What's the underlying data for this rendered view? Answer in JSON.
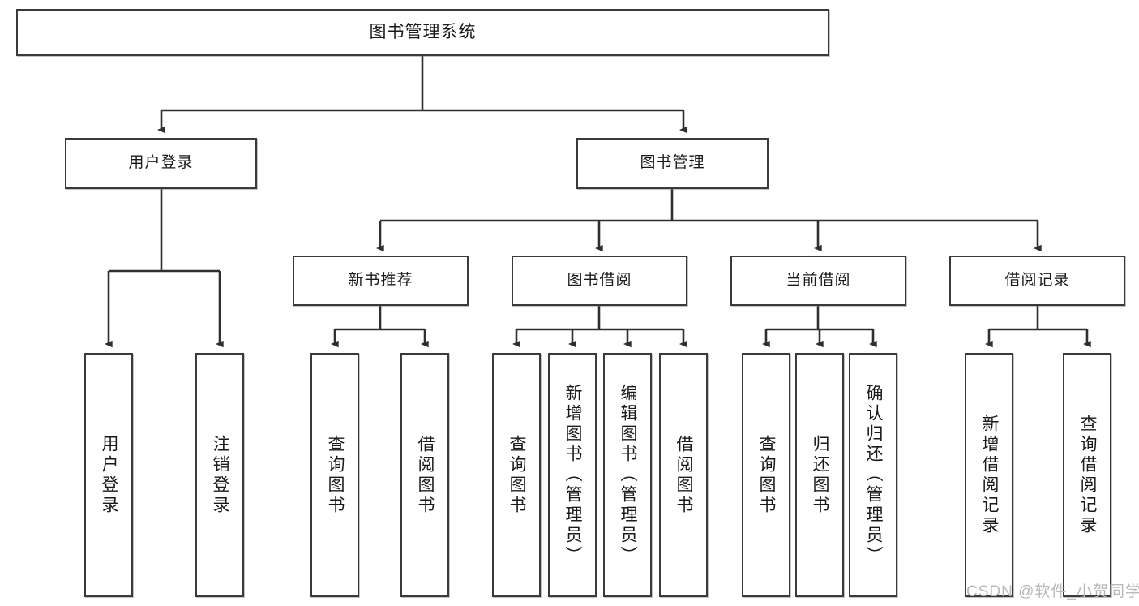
{
  "diagram": {
    "title": "图书管理系统",
    "type": "tree-hierarchy-chart",
    "colors": {
      "box_border": "#3a3a3a",
      "box_fill": "#ffffff",
      "connector": "#2f2f2f",
      "watermark": "#b9b9b9",
      "page_background": "#ffffff"
    },
    "root": {
      "label": "图书管理系统"
    },
    "level1": [
      {
        "label": "用户登录"
      },
      {
        "label": "图书管理"
      }
    ],
    "level2": [
      {
        "label": "新书推荐"
      },
      {
        "label": "图书借阅"
      },
      {
        "label": "当前借阅"
      },
      {
        "label": "借阅记录"
      }
    ],
    "leaves": {
      "user_login": [
        {
          "label": "用户登录"
        },
        {
          "label": "注销登录"
        }
      ],
      "new_book_recommend": [
        {
          "label": "查询图书"
        },
        {
          "label": "借阅图书"
        }
      ],
      "book_borrow": [
        {
          "label": "查询图书"
        },
        {
          "label": "新增图书（管理员）"
        },
        {
          "label": "编辑图书（管理员）"
        },
        {
          "label": "借阅图书"
        }
      ],
      "current_borrow": [
        {
          "label": "查询图书"
        },
        {
          "label": "归还图书"
        },
        {
          "label": "确认归还（管理员）"
        }
      ],
      "borrow_record": [
        {
          "label": "新增借阅记录"
        },
        {
          "label": "查询借阅记录"
        }
      ]
    }
  },
  "watermark": {
    "text": "CSDN @软件_小贺同学"
  }
}
